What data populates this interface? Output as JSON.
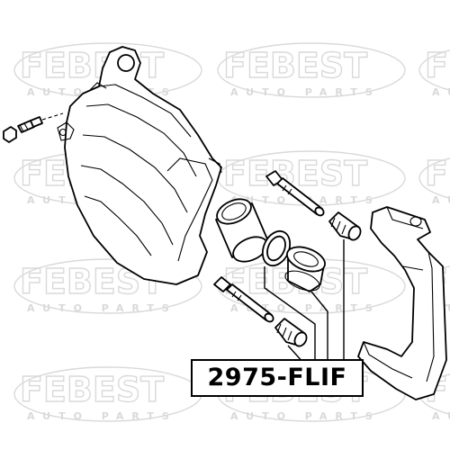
{
  "watermark": {
    "brand": "FEBEST",
    "sub": "AUTO PARTS"
  },
  "label": {
    "part_number": "2975-FLIF"
  },
  "colors": {
    "line": "#000000",
    "watermark": "#d9d9d9",
    "background": "#ffffff"
  }
}
